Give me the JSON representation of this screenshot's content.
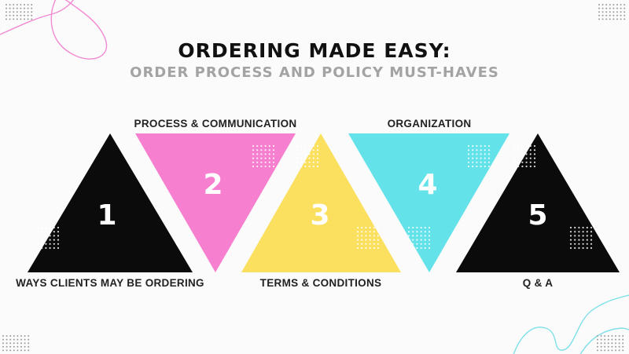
{
  "title": "ORDERING MADE EASY:",
  "subtitle": "ORDER PROCESS AND POLICY MUST-HAVES",
  "colors": {
    "black": "#0b0b0b",
    "pink": "#f67fcf",
    "yellow": "#fbe05f",
    "cyan": "#63e2e9",
    "pink_line": "#f08ad3",
    "cyan_line": "#7fe0e8"
  },
  "steps": [
    {
      "number": "1",
      "label": "WAYS CLIENTS MAY BE ORDERING",
      "color": "black",
      "orientation": "up"
    },
    {
      "number": "2",
      "label": "PROCESS & COMMUNICATION",
      "color": "pink",
      "orientation": "down"
    },
    {
      "number": "3",
      "label": "TERMS & CONDITIONS",
      "color": "yellow",
      "orientation": "up"
    },
    {
      "number": "4",
      "label": "ORGANIZATION",
      "color": "cyan",
      "orientation": "down"
    },
    {
      "number": "5",
      "label": "Q & A",
      "color": "black",
      "orientation": "up"
    }
  ]
}
